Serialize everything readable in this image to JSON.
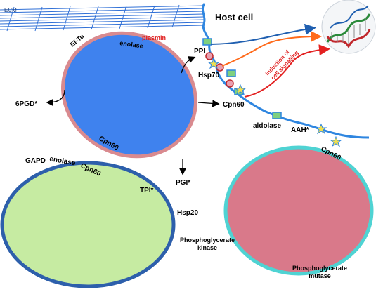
{
  "labels": {
    "ecm": "ECM",
    "host_cell": "Host cell",
    "ef_tu": "Ef-Tu",
    "enolase_top": "enolase",
    "plasmin": "plasmin",
    "ppi": "PPI",
    "hsp70": "Hsp70",
    "cpn60_right": "Cpn60",
    "pgd": "6PGD*",
    "cpn60_blue": "Cpn60",
    "pgi": "PGI*",
    "aldolase": "aldolase",
    "aah": "AAH*",
    "cpn60_pink": "Cpn60",
    "induction_line1": "Induction of",
    "induction_line2": "cell signalling",
    "gapd": "GAPD",
    "enolase_green": "enolase",
    "cpn60_green": "Cpn60",
    "tpi": "TPI*",
    "hsp20": "Hsp20",
    "pgk_line1": "Phosphoglycerate",
    "pgk_line2": "kinase",
    "pgm_line1": "Phosphoglycerate",
    "pgm_line2": "mutase"
  },
  "colors": {
    "ecm_blue": "#2f6fd6",
    "membrane_blue": "#2f86e0",
    "blue_cell_fill": "#3f82ee",
    "blue_cell_border": "#d98a8f",
    "pink_cell_fill": "#d9798a",
    "pink_cell_border": "#4fd3d3",
    "green_cell_fill": "#c6eba2",
    "green_cell_border": "#2d5fab",
    "receptor_green": "#4caf50",
    "receptor_fill": "#7fd07f",
    "star_fill": "#f0e050",
    "orange_arrow": "#ff6a1a",
    "red_arrow": "#e32020",
    "blue_arrow": "#1f5fb0",
    "text_red": "#e02020"
  },
  "icons": [
    "dna-helix-icon",
    "star-receptor-icon",
    "rect-receptor-icon",
    "circle-receptor-icon"
  ]
}
